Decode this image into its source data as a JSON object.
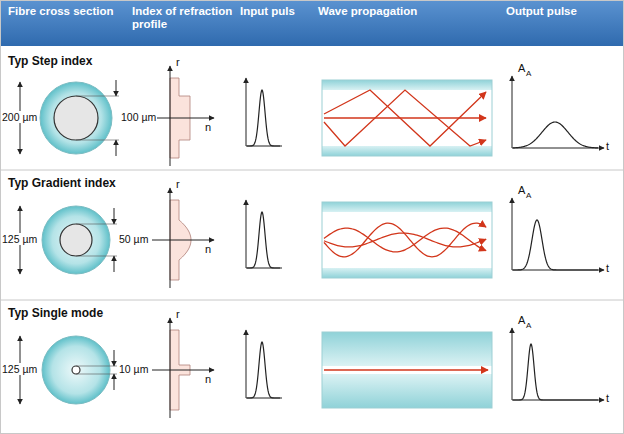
{
  "diagram": {
    "labels": [
      "Fibre cross section",
      "Index of refraction profile",
      "Input puls",
      "Wave propagation",
      "Output pulse",
      "Typ Step index",
      "200 µm",
      "100 µm",
      "r",
      "n",
      "A",
      "A",
      "t",
      "Typ Gradient index",
      "125 µm",
      "50 µm",
      "r",
      "n",
      "A",
      "A",
      "t",
      "Typ Single mode",
      "125 µm",
      "10 µm",
      "r",
      "n",
      "A",
      "A",
      "t"
    ]
  }
}
